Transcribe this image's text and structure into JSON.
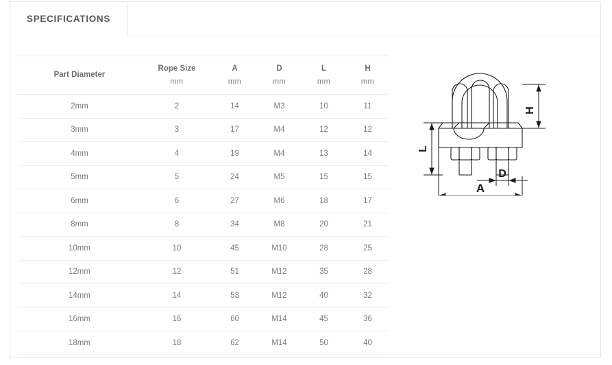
{
  "panel": {
    "tabs": [
      {
        "label": "SPECIFICATIONS",
        "active": true
      }
    ]
  },
  "table": {
    "headers": [
      {
        "label": "Part Diameter",
        "unit": ""
      },
      {
        "label": "Rope Size",
        "unit": "mm"
      },
      {
        "label": "A",
        "unit": "mm"
      },
      {
        "label": "D",
        "unit": "mm"
      },
      {
        "label": "L",
        "unit": "mm"
      },
      {
        "label": "H",
        "unit": "mm"
      }
    ],
    "rows": [
      [
        "2mm",
        "2",
        "14",
        "M3",
        "10",
        "11"
      ],
      [
        "3mm",
        "3",
        "17",
        "M4",
        "12",
        "12"
      ],
      [
        "4mm",
        "4",
        "19",
        "M4",
        "13",
        "14"
      ],
      [
        "5mm",
        "5",
        "24",
        "M5",
        "15",
        "15"
      ],
      [
        "6mm",
        "6",
        "27",
        "M6",
        "18",
        "17"
      ],
      [
        "8mm",
        "8",
        "34",
        "M8",
        "20",
        "21"
      ],
      [
        "10mm",
        "10",
        "45",
        "M10",
        "28",
        "25"
      ],
      [
        "12mm",
        "12",
        "51",
        "M12",
        "35",
        "28"
      ],
      [
        "14mm",
        "14",
        "53",
        "M12",
        "40",
        "32"
      ],
      [
        "16mm",
        "16",
        "60",
        "M14",
        "45",
        "36"
      ],
      [
        "18mm",
        "18",
        "62",
        "M14",
        "50",
        "40"
      ]
    ]
  },
  "drawing": {
    "title": "wire-rope-clip-dimension-diagram",
    "dimension_labels": {
      "height": "H",
      "length": "L",
      "bolt_diameter": "D",
      "width": "A"
    },
    "line_color": "#1a1a1a"
  },
  "colors": {
    "panel_border": "#e6e6e6",
    "table_rule": "#ececec",
    "heading_text": "#58595b",
    "body_text": "#7a7b7d"
  }
}
